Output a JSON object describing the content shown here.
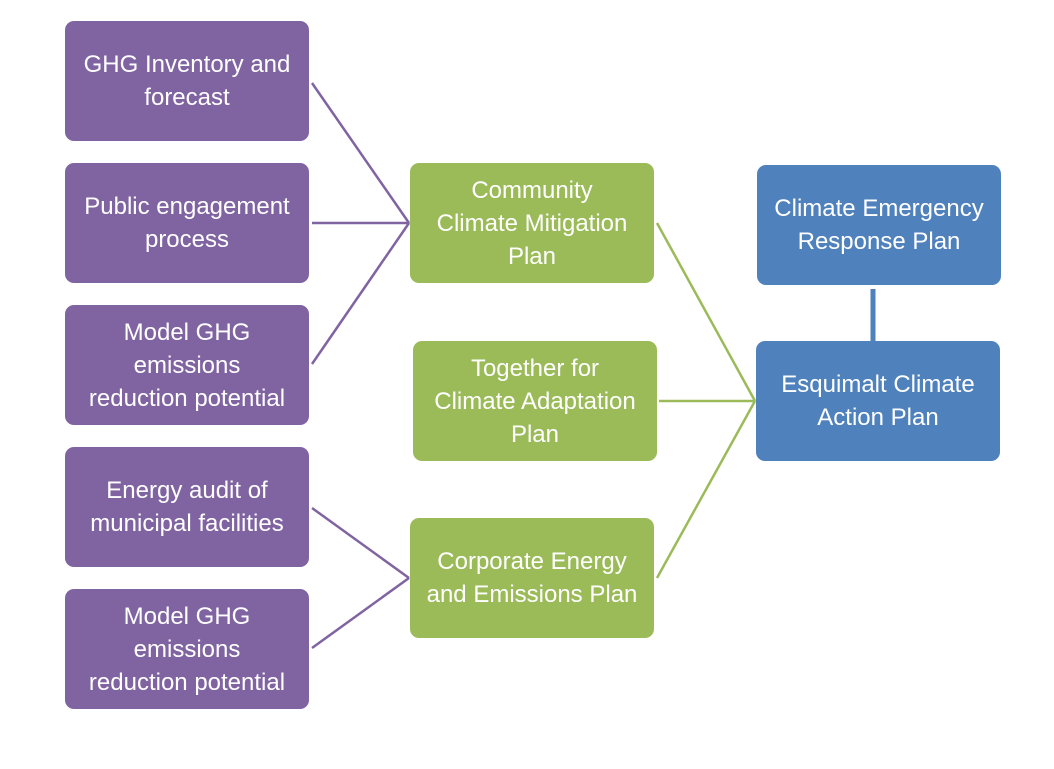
{
  "inputs": [
    {
      "label": "GHG Inventory and\nforecast"
    },
    {
      "label": "Public engagement\nprocess"
    },
    {
      "label": "Model GHG\nemissions\nreduction potential"
    },
    {
      "label": "Energy audit of\nmunicipal facilities"
    },
    {
      "label": "Model GHG\nemissions\nreduction potential"
    }
  ],
  "plans": [
    {
      "label": "Community\nClimate Mitigation\nPlan"
    },
    {
      "label": "Together for\nClimate Adaptation\nPlan"
    },
    {
      "label": "Corporate Energy\nand Emissions Plan"
    }
  ],
  "outcomes": [
    {
      "label": "Climate Emergency\nResponse Plan"
    },
    {
      "label": "Esquimalt Climate\nAction Plan"
    }
  ],
  "colors": {
    "input_fill": "#8064a2",
    "plan_fill": "#9bbb59",
    "outcome_fill": "#4f81bd",
    "input_connector": "#8064a2",
    "plan_connector": "#9bbb59",
    "outcome_connector": "#4f81bd",
    "text": "#ffffff"
  }
}
